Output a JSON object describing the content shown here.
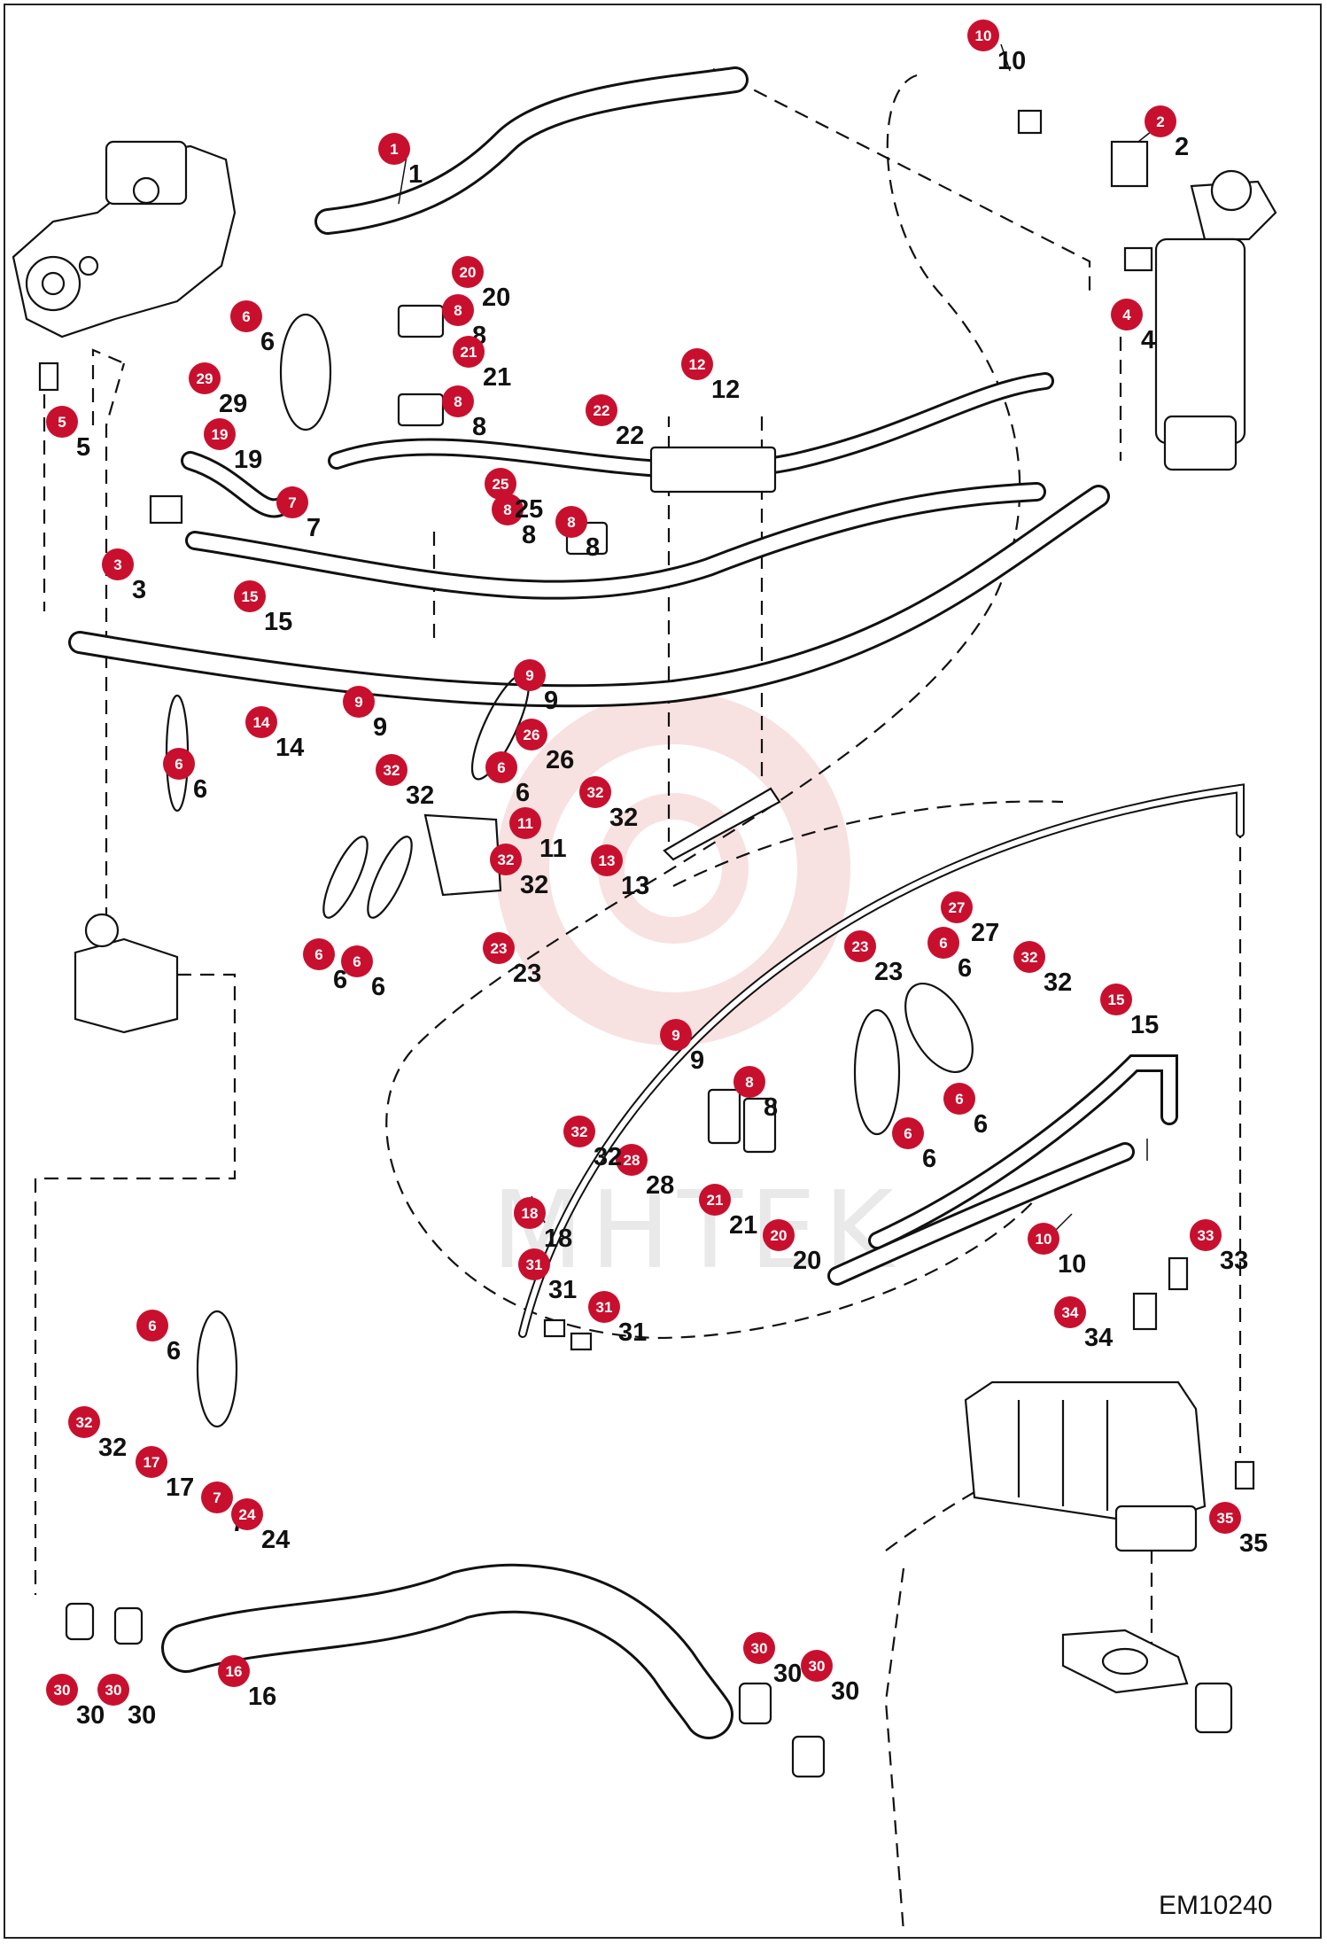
{
  "figure": {
    "reference_code": "EM10240",
    "watermark_text": "MHTEK",
    "callout_color": "#c8102e",
    "line_color": "#111111"
  },
  "callouts": [
    {
      "n": "1"
    },
    {
      "n": "2"
    },
    {
      "n": "3"
    },
    {
      "n": "4"
    },
    {
      "n": "5"
    },
    {
      "n": "6"
    },
    {
      "n": "6"
    },
    {
      "n": "6"
    },
    {
      "n": "6"
    },
    {
      "n": "6"
    },
    {
      "n": "6"
    },
    {
      "n": "6"
    },
    {
      "n": "6"
    },
    {
      "n": "6"
    },
    {
      "n": "7"
    },
    {
      "n": "7"
    },
    {
      "n": "8"
    },
    {
      "n": "8"
    },
    {
      "n": "8"
    },
    {
      "n": "8"
    },
    {
      "n": "8"
    },
    {
      "n": "9"
    },
    {
      "n": "9"
    },
    {
      "n": "9"
    },
    {
      "n": "10"
    },
    {
      "n": "10"
    },
    {
      "n": "11"
    },
    {
      "n": "12"
    },
    {
      "n": "13"
    },
    {
      "n": "14"
    },
    {
      "n": "15"
    },
    {
      "n": "15"
    },
    {
      "n": "16"
    },
    {
      "n": "17"
    },
    {
      "n": "18"
    },
    {
      "n": "19"
    },
    {
      "n": "20"
    },
    {
      "n": "20"
    },
    {
      "n": "21"
    },
    {
      "n": "21"
    },
    {
      "n": "22"
    },
    {
      "n": "23"
    },
    {
      "n": "23"
    },
    {
      "n": "24"
    },
    {
      "n": "25"
    },
    {
      "n": "26"
    },
    {
      "n": "27"
    },
    {
      "n": "28"
    },
    {
      "n": "29"
    },
    {
      "n": "30"
    },
    {
      "n": "30"
    },
    {
      "n": "30"
    },
    {
      "n": "30"
    },
    {
      "n": "31"
    },
    {
      "n": "31"
    },
    {
      "n": "32"
    },
    {
      "n": "32"
    },
    {
      "n": "32"
    },
    {
      "n": "32"
    },
    {
      "n": "32"
    },
    {
      "n": "32"
    },
    {
      "n": "33"
    },
    {
      "n": "34"
    },
    {
      "n": "35"
    }
  ]
}
